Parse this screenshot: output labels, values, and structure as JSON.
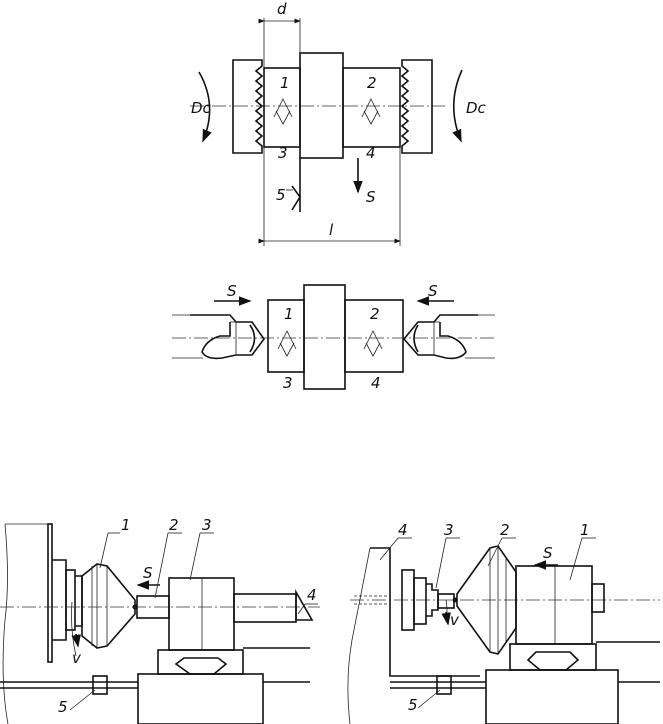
{
  "top_view": {
    "label_d": "d",
    "label_1": "1",
    "label_2": "2",
    "label_3": "3",
    "label_4": "4",
    "label_5": "5",
    "label_S": "S",
    "label_l": "l",
    "label_Dc_left": "Dc",
    "label_Dc_right": "Dc"
  },
  "middle_view": {
    "label_S_left": "S",
    "label_S_right": "S",
    "label_1": "1",
    "label_2": "2",
    "label_3": "3",
    "label_4": "4"
  },
  "bottom_left": {
    "label_1": "1",
    "label_2": "2",
    "label_3": "3",
    "label_4": "4",
    "label_5": "5",
    "label_S": "S",
    "label_v": "v"
  },
  "bottom_right": {
    "label_1": "1",
    "label_2": "2",
    "label_3": "3",
    "label_4": "4",
    "label_5": "5",
    "label_S": "S",
    "label_v": "v"
  }
}
